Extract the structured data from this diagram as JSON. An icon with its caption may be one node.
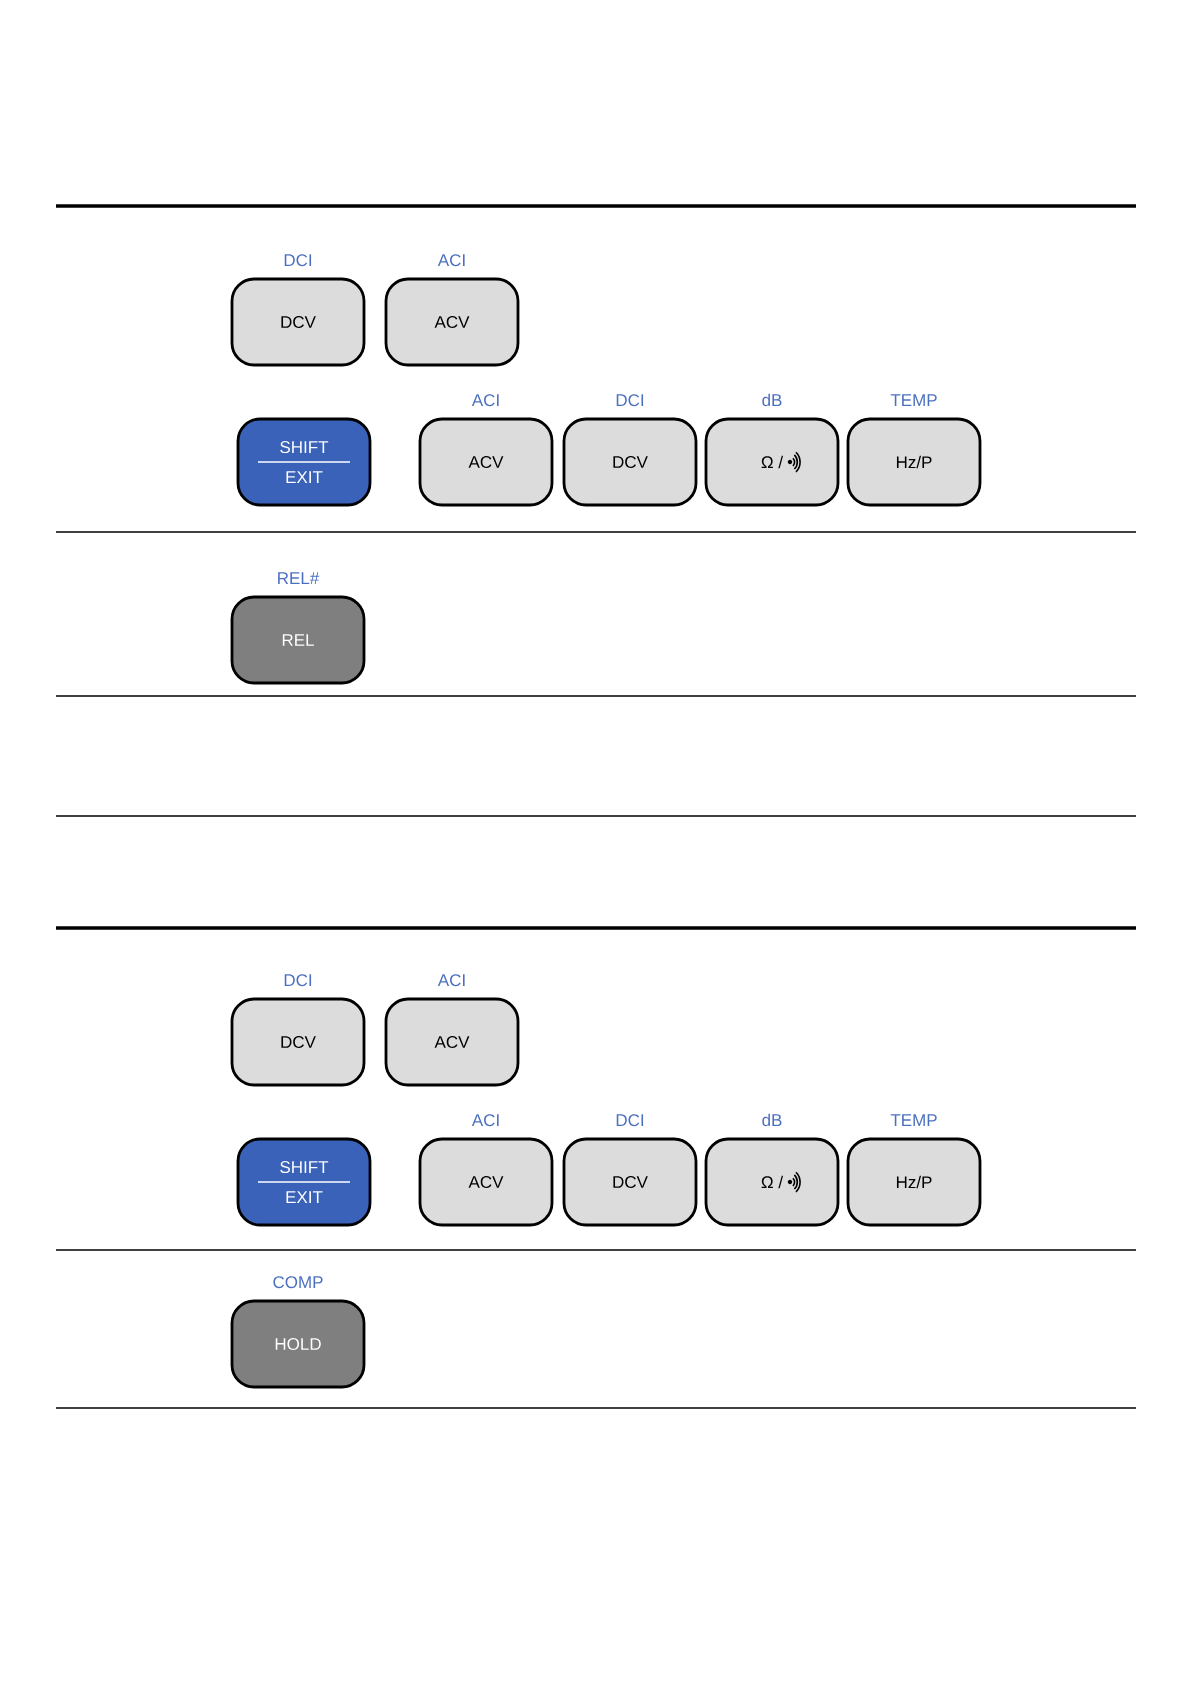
{
  "diagram": {
    "nodes": [
      {
        "text": [
          "DCV"
        ],
        "beside": [
          "DCI"
        ]
      },
      {
        "text": [
          "ACV"
        ],
        "beside": [
          "ACI"
        ]
      },
      {
        "text": [
          "SHIFT",
          "EXIT"
        ]
      },
      {
        "text": [
          "ACV"
        ],
        "beside": [
          "ACI"
        ]
      },
      {
        "text": [
          "DCV"
        ],
        "beside": [
          "DCI"
        ]
      },
      {
        "text": [
          "Ω /"
        ],
        "beside": [
          "dB"
        ]
      },
      {
        "text": [
          "Hz/P"
        ],
        "beside": [
          "TEMP"
        ]
      },
      {
        "text": [
          "REL"
        ],
        "beside": [
          "REL#"
        ]
      },
      {
        "text": [
          "DCV"
        ],
        "beside": [
          "DCI"
        ]
      },
      {
        "text": [
          "ACV"
        ],
        "beside": [
          "ACI"
        ]
      },
      {
        "text": [
          "SHIFT",
          "EXIT"
        ]
      },
      {
        "text": [
          "ACV"
        ],
        "beside": [
          "ACI"
        ]
      },
      {
        "text": [
          "DCV"
        ],
        "beside": [
          "DCI"
        ]
      },
      {
        "text": [
          "Ω /"
        ],
        "beside": [
          "dB"
        ]
      },
      {
        "text": [
          "Hz/P"
        ],
        "beside": [
          "TEMP"
        ]
      },
      {
        "text": [
          "HOLD"
        ],
        "beside": [
          "COMP"
        ]
      }
    ]
  }
}
